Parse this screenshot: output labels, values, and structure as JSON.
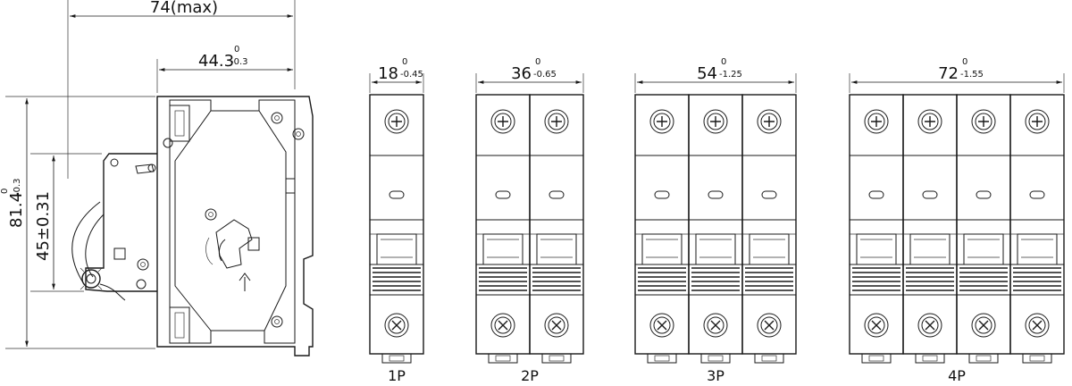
{
  "side_view": {
    "width_dim": "74(max)",
    "depth_dim": {
      "base": "44.3",
      "upper": "0",
      "lower": "-0.3"
    },
    "height_dim": {
      "base": "81.4",
      "upper": "0",
      "lower": "-0.3"
    },
    "inner_height_dim": "45±0.31"
  },
  "front_views": [
    {
      "label": "1P",
      "poles": 1,
      "dim": {
        "base": "18",
        "upper": "0",
        "lower": "-0.45"
      }
    },
    {
      "label": "2P",
      "poles": 2,
      "dim": {
        "base": "36",
        "upper": "0",
        "lower": "-0.65"
      }
    },
    {
      "label": "3P",
      "poles": 3,
      "dim": {
        "base": "54",
        "upper": "0",
        "lower": "-1.25"
      }
    },
    {
      "label": "4P",
      "poles": 4,
      "dim": {
        "base": "72",
        "upper": "0",
        "lower": "-1.55"
      }
    }
  ]
}
